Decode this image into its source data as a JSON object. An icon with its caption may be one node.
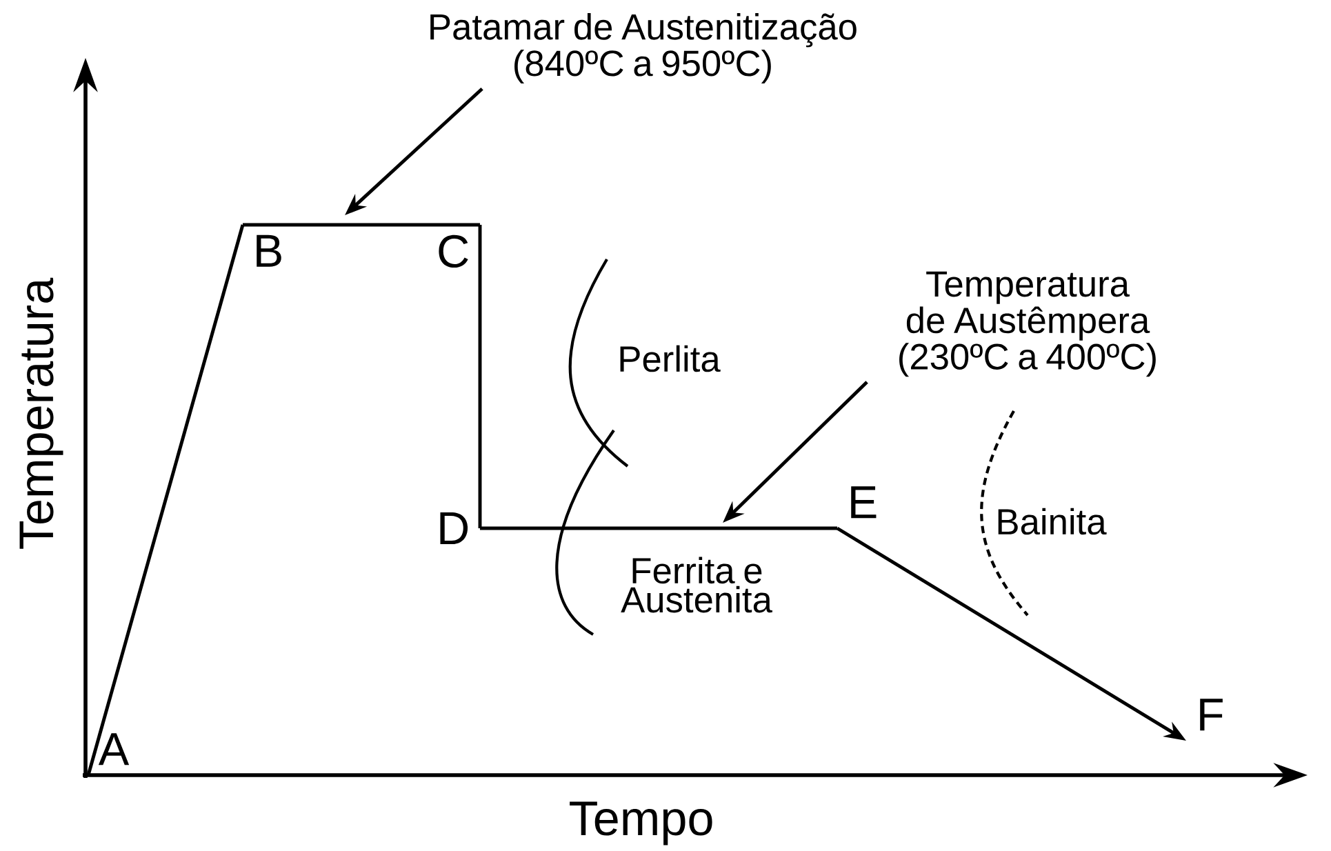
{
  "diagram": {
    "nodes": [
      {
        "text": [
          "A"
        ]
      },
      {
        "text": [
          "B"
        ]
      },
      {
        "text": [
          "C"
        ]
      },
      {
        "text": [
          "D"
        ]
      },
      {
        "text": [
          "E"
        ]
      },
      {
        "text": [
          "F"
        ]
      },
      {
        "text": [
          "Patamar de Austenitização (840ºC a 950ºC)"
        ]
      },
      {
        "text": [
          "Temperatura de Austêmpera (230ºC a 400ºC)"
        ]
      }
    ],
    "edges": [
      {
        "from": 0,
        "to": 1,
        "arrow": "none"
      },
      {
        "from": 1,
        "to": 2,
        "arrow": "none"
      },
      {
        "from": 2,
        "to": 3,
        "arrow": "none"
      },
      {
        "from": 3,
        "to": 4,
        "arrow": "none"
      },
      {
        "from": 4,
        "to": 5,
        "arrow": "to"
      },
      {
        "from": 6,
        "to": null,
        "arrow": "to"
      },
      {
        "from": 7,
        "to": null,
        "arrow": "to"
      }
    ],
    "labels": [
      "Temperatura",
      "Perlita",
      "Ferrita e Austenita",
      "Bainita",
      "Tempo"
    ]
  }
}
